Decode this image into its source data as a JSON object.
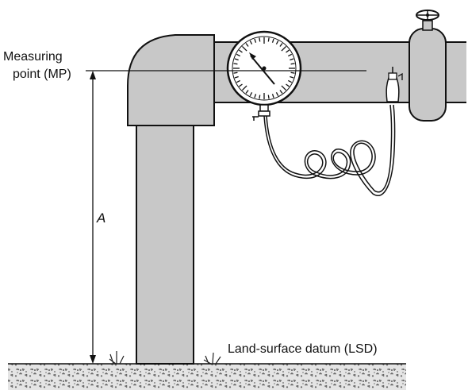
{
  "labels": {
    "measuring_point_line1": "Measuring",
    "measuring_point_line2": "point (MP)",
    "dimension_a": "A",
    "land_surface_datum": "Land-surface datum (LSD)"
  },
  "colors": {
    "pipe_fill": "#c8c8c8",
    "pipe_stroke": "#111111",
    "gauge_face": "#ffffff",
    "ground_fill": "#d9d9d9"
  },
  "icons": {
    "valve": "handwheel-valve-icon",
    "gauge": "pressure-gauge-icon",
    "hose": "air-line-hose-icon"
  }
}
